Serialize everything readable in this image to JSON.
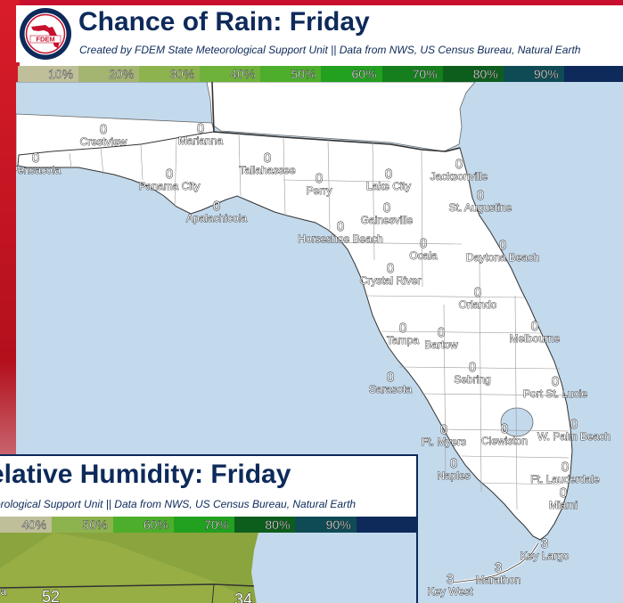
{
  "main": {
    "title": "Chance of Rain: Friday",
    "subtitle": "Created by FDEM State Meteorological Support Unit || Data from NWS, US Census Bureau, Natural Earth",
    "logo_text": "FDEM",
    "legend": [
      {
        "label": "10%",
        "color": "#bfbf9a"
      },
      {
        "label": "20%",
        "color": "#a4b572"
      },
      {
        "label": "30%",
        "color": "#8db34f"
      },
      {
        "label": "40%",
        "color": "#6fb23b"
      },
      {
        "label": "50%",
        "color": "#4cae2a"
      },
      {
        "label": "60%",
        "color": "#22a020"
      },
      {
        "label": "70%",
        "color": "#157f1d"
      },
      {
        "label": "80%",
        "color": "#0d5e1d"
      },
      {
        "label": "90%",
        "color": "#0f4b55"
      },
      {
        "label": "",
        "color": "#0d2a5a"
      }
    ],
    "cities": [
      {
        "name": "Pensacola",
        "value": "0"
      },
      {
        "name": "Crestview",
        "value": "0"
      },
      {
        "name": "Marianna",
        "value": "0"
      },
      {
        "name": "Panama City",
        "value": "0"
      },
      {
        "name": "Tallahassee",
        "value": "0"
      },
      {
        "name": "Apalachicola",
        "value": "0"
      },
      {
        "name": "Perry",
        "value": "0"
      },
      {
        "name": "Lake City",
        "value": "0"
      },
      {
        "name": "Jacksonville",
        "value": "0"
      },
      {
        "name": "St. Augustine",
        "value": "0"
      },
      {
        "name": "Gainesville",
        "value": "0"
      },
      {
        "name": "Horseshoe Beach",
        "value": "0"
      },
      {
        "name": "Ocala",
        "value": "0"
      },
      {
        "name": "Daytona Beach",
        "value": "0"
      },
      {
        "name": "Crystal River",
        "value": "0"
      },
      {
        "name": "Orlando",
        "value": "0"
      },
      {
        "name": "Tampa",
        "value": "0"
      },
      {
        "name": "Bartow",
        "value": "0"
      },
      {
        "name": "Melbourne",
        "value": "0"
      },
      {
        "name": "Sebring",
        "value": "0"
      },
      {
        "name": "Sarasota",
        "value": "0"
      },
      {
        "name": "Port St. Lucie",
        "value": "0"
      },
      {
        "name": "Ft. Myers",
        "value": "0"
      },
      {
        "name": "Clewiston",
        "value": "0"
      },
      {
        "name": "W. Palm Beach",
        "value": "0"
      },
      {
        "name": "Naples",
        "value": "0"
      },
      {
        "name": "Ft. Lauderdale",
        "value": "0"
      },
      {
        "name": "Miami",
        "value": "0"
      },
      {
        "name": "Key Largo",
        "value": "3"
      },
      {
        "name": "Marathon",
        "value": "3"
      },
      {
        "name": "Key West",
        "value": "3"
      }
    ]
  },
  "inset": {
    "title": "elative Humidity: Friday",
    "subtitle": "orological Support Unit || Data from NWS, US Census Bureau, Natural Earth",
    "legend": [
      {
        "label": "40%",
        "color": "#bfbf9a"
      },
      {
        "label": "50%",
        "color": "#8db34f"
      },
      {
        "label": "60%",
        "color": "#4cae2a"
      },
      {
        "label": "70%",
        "color": "#22a020"
      },
      {
        "label": "80%",
        "color": "#0d5e1d"
      },
      {
        "label": "90%",
        "color": "#0f4b55"
      },
      {
        "label": "",
        "color": "#0d2a5a"
      }
    ],
    "partial_label": "a",
    "values": [
      {
        "value": "52"
      },
      {
        "value": "34"
      }
    ]
  },
  "colors": {
    "water": "#c3d9ec",
    "land": "#ffffff",
    "outline": "#333333",
    "county": "#9a9a9a",
    "header_text": "#0d2a5a",
    "brand_red": "#c8102e",
    "inset_land": "#8aa43e",
    "inset_land_light": "#9fb54a"
  }
}
